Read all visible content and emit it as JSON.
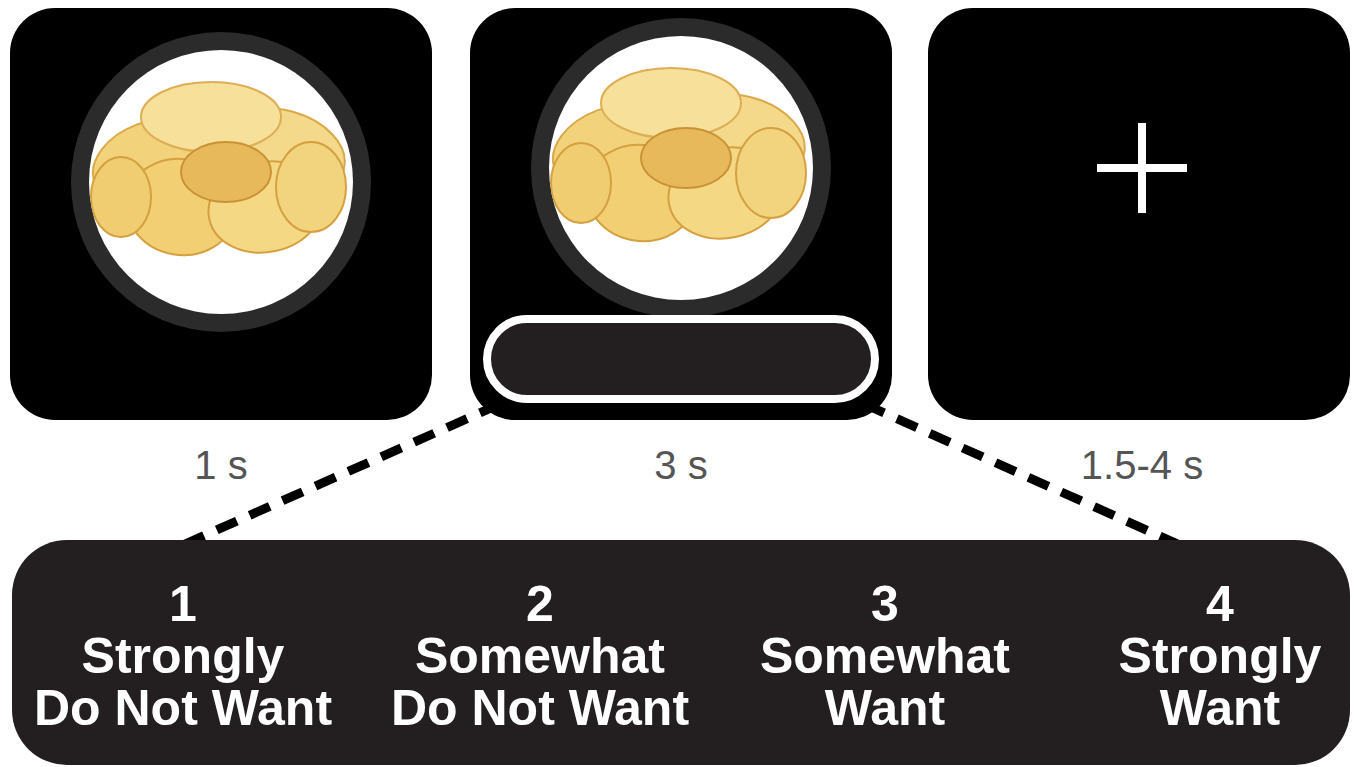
{
  "diagram": {
    "nodes": [
      {
        "text": [
          "1",
          "Strongly Do Not Want",
          "2",
          "Somewhat Do Not Want",
          "3",
          "Somewhat Want",
          "4",
          "Strongly Want"
        ]
      }
    ],
    "labels": [
      "1 s",
      "3 s",
      "1.5-4 s"
    ]
  }
}
